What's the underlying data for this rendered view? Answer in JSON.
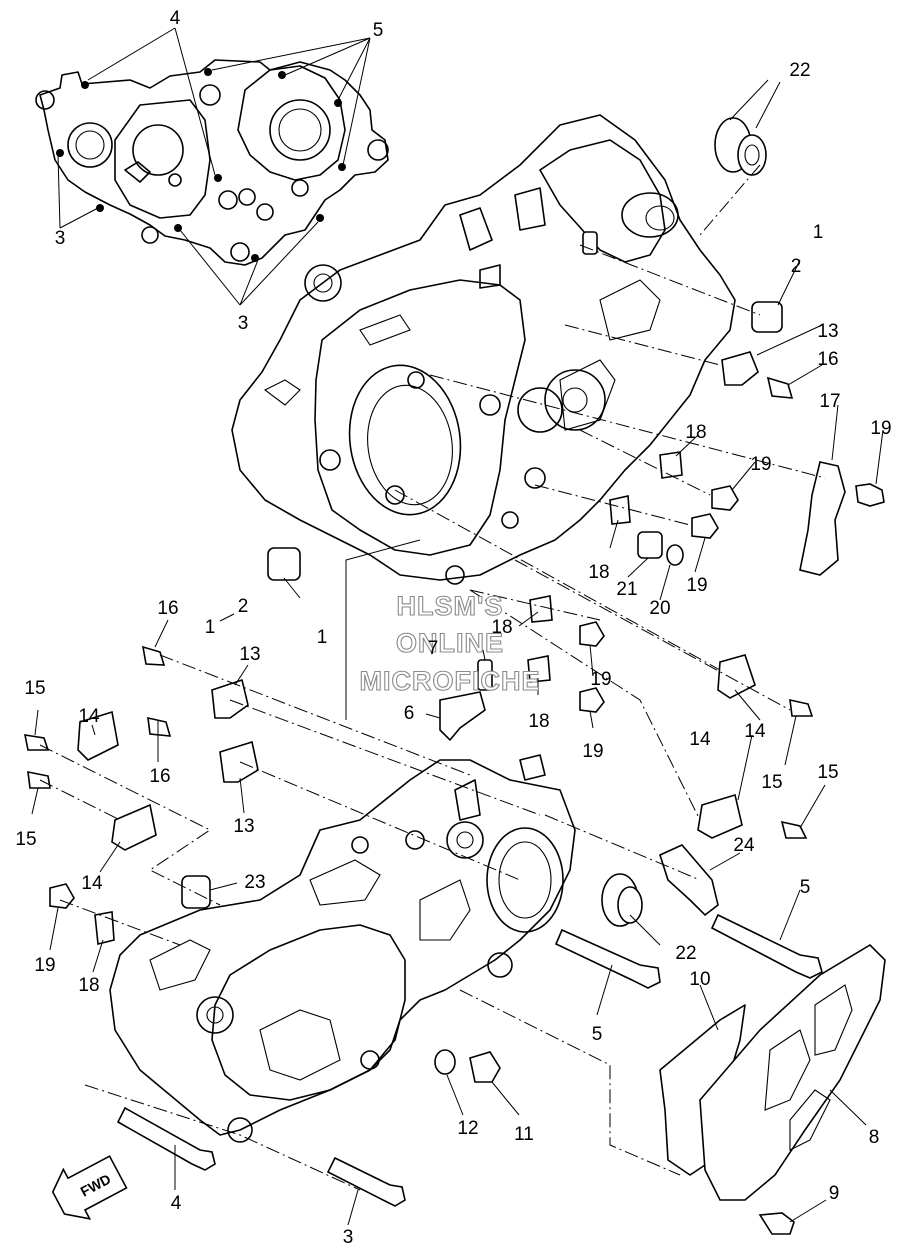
{
  "watermark": {
    "line1": "HLSM'S",
    "line2": "ONLINE",
    "line3": "MICROFICHE"
  },
  "direction_arrow": {
    "label": "FWD",
    "icon": "forward-arrow-icon"
  },
  "callouts": {
    "c4_top": "4",
    "c5_top": "5",
    "c3_left": "3",
    "c3_mid": "3",
    "c22_top": "22",
    "c1_top": "1",
    "c2_top": "2",
    "c13_top": "13",
    "c16_top": "16",
    "c17": "17",
    "c19_a": "19",
    "c18_a": "18",
    "c19_b": "19",
    "c18_b": "18",
    "c21": "21",
    "c20": "20",
    "c19_c": "19",
    "c2_mid": "2",
    "c1_mid": "1",
    "c16_mid": "16",
    "c13_mid": "13",
    "c1_left": "1",
    "c18_c": "18",
    "c19_d": "19",
    "c7": "7",
    "c6": "6",
    "c18_d": "18",
    "c19_e": "19",
    "c15_a": "15",
    "c14_a": "14",
    "c16_low": "16",
    "c13_low": "13",
    "c15_b": "15",
    "c14_b": "14",
    "c14_r1": "14",
    "c15_r1": "15",
    "c14_r2": "14",
    "c15_r2": "15",
    "c24": "24",
    "c23": "23",
    "c5_r": "5",
    "c19_f": "19",
    "c18_f": "18",
    "c22_low": "22",
    "c5_low": "5",
    "c10": "10",
    "c8": "8",
    "c12": "12",
    "c11": "11",
    "c4_low": "4",
    "c3_low": "3",
    "c9": "9"
  }
}
